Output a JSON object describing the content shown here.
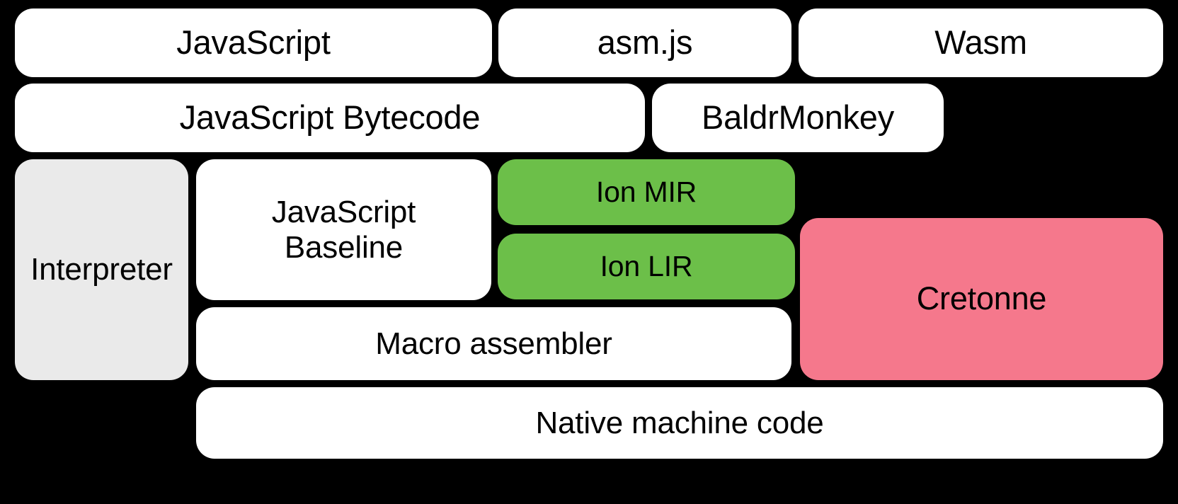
{
  "diagram": {
    "title": "SpiderMonkey compilation pipeline",
    "background_color": "#000000",
    "colors": {
      "white": "#ffffff",
      "gray": "#eaeaea",
      "green": "#6cbf49",
      "pink": "#f5788c",
      "text": "#000000"
    },
    "rows": [
      {
        "name": "source-languages",
        "nodes": [
          {
            "id": "javascript",
            "label": "JavaScript",
            "color": "white"
          },
          {
            "id": "asmjs",
            "label": "asm.js",
            "color": "white"
          },
          {
            "id": "wasm",
            "label": "Wasm",
            "color": "white"
          }
        ]
      },
      {
        "name": "front-ends",
        "nodes": [
          {
            "id": "js-bytecode",
            "label": "JavaScript Bytecode",
            "color": "white"
          },
          {
            "id": "baldrmonkey",
            "label": "BaldrMonkey",
            "color": "white"
          }
        ]
      },
      {
        "name": "execution-tiers",
        "nodes": [
          {
            "id": "interpreter",
            "label": "Interpreter",
            "color": "gray"
          },
          {
            "id": "js-baseline",
            "label": "JavaScript\nBaseline",
            "color": "white"
          },
          {
            "id": "ion-mir",
            "label": "Ion MIR",
            "color": "green"
          },
          {
            "id": "ion-lir",
            "label": "Ion LIR",
            "color": "green"
          },
          {
            "id": "cretonne",
            "label": "Cretonne",
            "color": "pink"
          },
          {
            "id": "macro-assembler",
            "label": "Macro assembler",
            "color": "white"
          }
        ]
      },
      {
        "name": "output",
        "nodes": [
          {
            "id": "native-code",
            "label": "Native machine code",
            "color": "white"
          }
        ]
      }
    ]
  },
  "nodes": {
    "javascript": "JavaScript",
    "asmjs": "asm.js",
    "wasm": "Wasm",
    "js_bytecode": "JavaScript Bytecode",
    "baldrmonkey": "BaldrMonkey",
    "interpreter": "Interpreter",
    "js_baseline": "JavaScript\nBaseline",
    "ion_mir": "Ion MIR",
    "ion_lir": "Ion LIR",
    "cretonne": "Cretonne",
    "macro_assembler": "Macro assembler",
    "native_code": "Native machine code"
  }
}
